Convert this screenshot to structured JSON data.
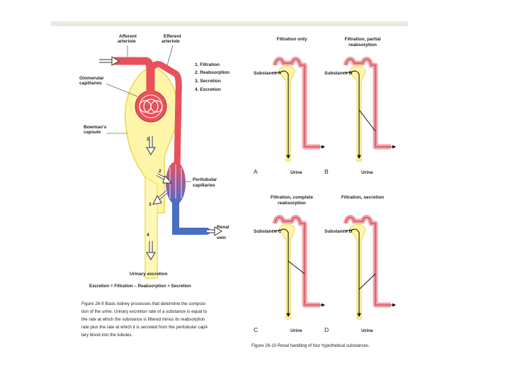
{
  "colors": {
    "arteriole_red": "#e8515a",
    "vein_blue": "#4a6fc2",
    "tubule_yellow": "#fff5a8",
    "tubule_outline": "#e8d84a",
    "panel_tubule_pink": "#f2a0a8",
    "background": "#ffffff"
  },
  "left_figure": {
    "labels": {
      "afferent": "Afferent",
      "afferent2": "arteriole",
      "efferent": "Efferent",
      "efferent2": "arteriole",
      "glomerular": "Glomerular",
      "glomerular2": "capillaries",
      "bowmans": "Bowman's",
      "bowmans2": "capsule",
      "peritubular": "Peritubular",
      "peritubular2": "capillaries",
      "renal": "Renal",
      "renal2": "vein",
      "urinary": "Urinary excretion"
    },
    "processes": [
      "1. Filtration",
      "2. Reabsorption",
      "3. Secretion",
      "4. Excretion"
    ],
    "step_numbers": [
      "1",
      "2",
      "3",
      "4"
    ],
    "equation": "Excretion = Filtration – Reabsorption + Secretion",
    "caption": [
      "Figure 26-9 Basic kidney processes that determine the composi-",
      "tion of the urine. Urinary excretion rate of a substance is equal to",
      "the rate at which the substance is filtered minus its reabsorption",
      "rate plus the rate at which it is secreted from the peritubular capil-",
      "lary blood into the tubules."
    ]
  },
  "panels": [
    {
      "letter": "A",
      "title": [
        "Filtration only"
      ],
      "substance": "Substance A",
      "urine": "Urine"
    },
    {
      "letter": "B",
      "title": [
        "Filtration, partial",
        "reabsorption"
      ],
      "substance": "Substance B",
      "urine": "Urine"
    },
    {
      "letter": "C",
      "title": [
        "Filtration, complete",
        "reabsorption"
      ],
      "substance": "Substance C",
      "urine": "Urine"
    },
    {
      "letter": "D",
      "title": [
        "Filtration, secretion"
      ],
      "substance": "Substance D",
      "urine": "Urine"
    }
  ],
  "right_caption": "Figure 26-10 Renal handling of four hypothetical substances."
}
